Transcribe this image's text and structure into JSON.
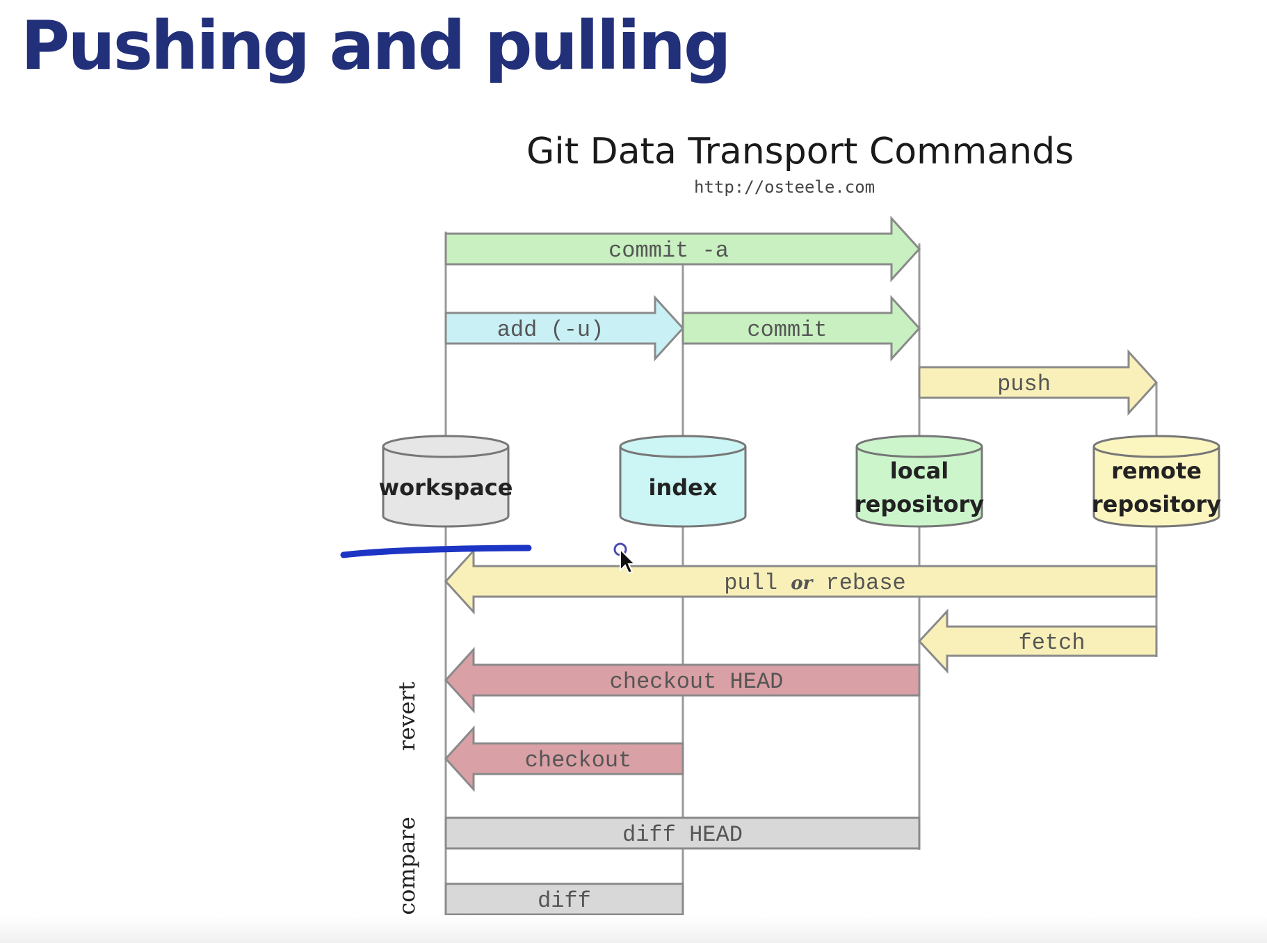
{
  "slide": {
    "title": "Pushing and pulling"
  },
  "diagram": {
    "title": "Git Data Transport Commands",
    "url": "http://osteele.com",
    "stores": [
      {
        "id": "workspace",
        "lines": [
          "workspace"
        ],
        "color": "#e6e6e6"
      },
      {
        "id": "index",
        "lines": [
          "index"
        ],
        "color": "#ccf5f5"
      },
      {
        "id": "local-repository",
        "lines": [
          "local",
          "repository"
        ],
        "color": "#ccf5cc"
      },
      {
        "id": "remote-repository",
        "lines": [
          "remote",
          "repository"
        ],
        "color": "#fbf5c0"
      }
    ],
    "commands": [
      {
        "id": "commit-a",
        "label": "commit -a",
        "from": "workspace",
        "to": "local-repository",
        "direction": "right",
        "color": "#c8f0c0"
      },
      {
        "id": "add-u",
        "label": "add (-u)",
        "from": "workspace",
        "to": "index",
        "direction": "right",
        "color": "#c8f0f5"
      },
      {
        "id": "commit",
        "label": "commit",
        "from": "index",
        "to": "local-repository",
        "direction": "right",
        "color": "#c8f0c0"
      },
      {
        "id": "push",
        "label": "push",
        "from": "local-repository",
        "to": "remote-repository",
        "direction": "right",
        "color": "#f8f0b8"
      },
      {
        "id": "pull-or-rebase",
        "label_parts": [
          "pull ",
          "or",
          " rebase"
        ],
        "from": "remote-repository",
        "to": "workspace",
        "direction": "left",
        "color": "#f8f0b8"
      },
      {
        "id": "fetch",
        "label": "fetch",
        "from": "remote-repository",
        "to": "local-repository",
        "direction": "left",
        "color": "#f8f0b8"
      },
      {
        "id": "checkout-head",
        "label": "checkout HEAD",
        "from": "local-repository",
        "to": "workspace",
        "direction": "left",
        "color": "#d9a0a5"
      },
      {
        "id": "checkout",
        "label": "checkout",
        "from": "index",
        "to": "workspace",
        "direction": "left",
        "color": "#d9a0a5"
      },
      {
        "id": "diff-head",
        "label": "diff HEAD",
        "from": "workspace",
        "to": "local-repository",
        "direction": "none",
        "color": "#d8d8d8"
      },
      {
        "id": "diff",
        "label": "diff",
        "from": "workspace",
        "to": "index",
        "direction": "none",
        "color": "#d8d8d8"
      }
    ],
    "groups": [
      {
        "id": "revert",
        "label": "revert"
      },
      {
        "id": "compare",
        "label": "compare"
      }
    ]
  }
}
